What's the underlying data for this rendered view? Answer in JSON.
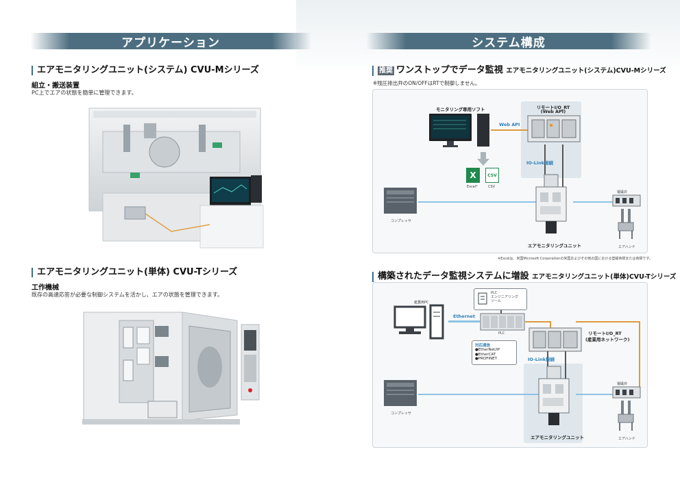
{
  "left": {
    "banner": "アプリケーション",
    "section1": {
      "title": "エアモニタリングユニット(システム) CVU-Mシリーズ",
      "subhead": "組立・搬送装置",
      "desc": "PC上でエアの状態を簡単に管理できます。"
    },
    "section2": {
      "title": "エアモニタリングユニット(単体) CVU-Tシリーズ",
      "subhead": "工作機械",
      "desc": "既存の高速応答が必要な制御システムを活かし、エアの状態を管理できます。"
    }
  },
  "right": {
    "banner": "システム構成",
    "section1": {
      "tag": "推奨",
      "title": "ワンストップでデータ監視",
      "title_sub": "エアモニタリングユニット(システム)CVU-Mシリーズ",
      "note": "※残圧排出弁のON/OFFはRTで制御しません。",
      "footnote": "※Excelは、米国Microsoft Corporationの米国およびその他の国における登録商標または商標です。",
      "labels": {
        "software": "モニタリング専用ソフト",
        "remote_io": "リモートI/O_RT",
        "remote_io_sub": "(Web API)",
        "web_api": "Web API",
        "io_link": "IO-Link接続",
        "excel": "Excel*",
        "csv": "CSV",
        "csv_badge": "CSV",
        "excel_badge": "X",
        "compressor": "コンプレッサ",
        "unit": "エアモニタリングユニット",
        "valve": "電磁弁",
        "hand": "エアハンド"
      }
    },
    "section2": {
      "title": "構築されたデータ監視システムに増設",
      "title_sub": "エアモニタリングユニット(単体)CVU-Tシリーズ",
      "labels": {
        "pc": "産業用PC",
        "plc_tool": "PLC\nエンジニアリング\nツール",
        "ethernet": "Ethernet",
        "plc": "PLC",
        "remote_io": "リモートI/O_RT",
        "remote_io_sub": "(産業用ネットワーク)",
        "protocols_title": "対応通信",
        "protocols": [
          "●EtherNet/IP",
          "●EtherCAT",
          "●PROFINET"
        ],
        "io_link": "IO-Link接続",
        "compressor": "コンプレッサ",
        "unit": "エアモニタリングユニット",
        "valve": "電磁弁",
        "hand": "エアハンド"
      }
    }
  }
}
